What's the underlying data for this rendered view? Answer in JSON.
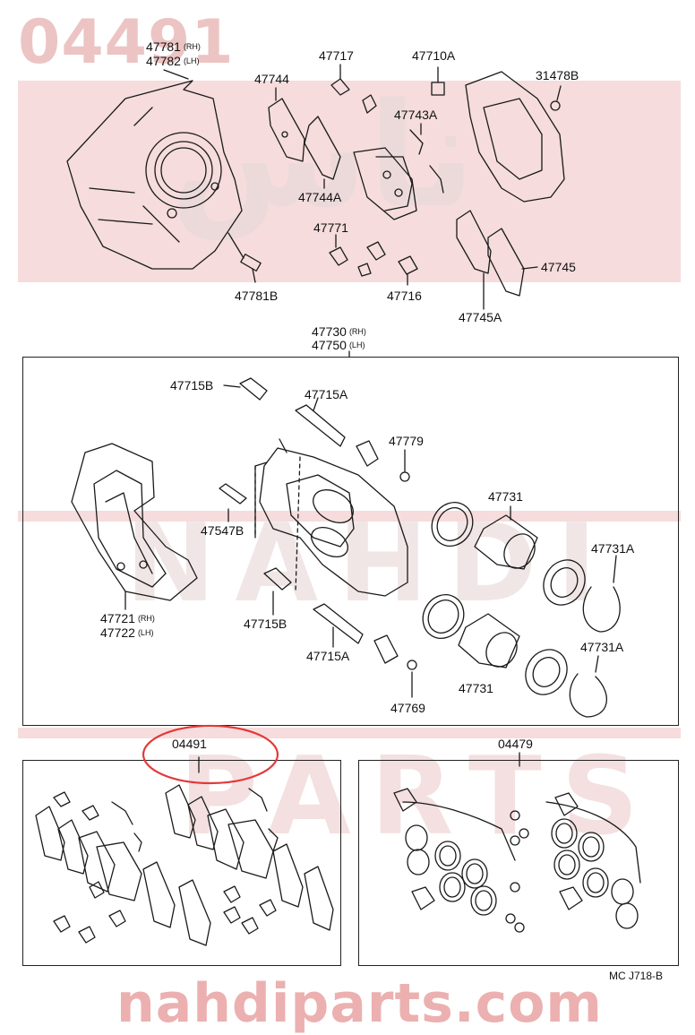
{
  "watermark": {
    "part_number": "04491",
    "arabic": "ناس",
    "brand": "NAHDI",
    "parts": "PARTS",
    "site": "nahdiparts.com"
  },
  "labels": {
    "l47781": {
      "num": "47781",
      "side": "(RH)"
    },
    "l47782": {
      "num": "47782",
      "side": "(LH)"
    },
    "l47744": "47744",
    "l47717": "47717",
    "l47710A": "47710A",
    "l31478B": "31478B",
    "l47743A": "47743A",
    "l47744A": "47744A",
    "l47771": "47771",
    "l47745": "47745",
    "l47716": "47716",
    "l47745A": "47745A",
    "l47781B": "47781B",
    "l47730": {
      "num": "47730",
      "side": "(RH)"
    },
    "l47750": {
      "num": "47750",
      "side": "(LH)"
    },
    "l47715B_top": "47715B",
    "l47715A_top": "47715A",
    "l47779": "47779",
    "l47547B": "47547B",
    "l47731_top": "47731",
    "l47731A_top": "47731A",
    "l47721": {
      "num": "47721",
      "side": "(RH)"
    },
    "l47722": {
      "num": "47722",
      "side": "(LH)"
    },
    "l47715B_bot": "47715B",
    "l47715A_bot": "47715A",
    "l47769": "47769",
    "l47731_bot": "47731",
    "l47731A_bot": "47731A",
    "l04491": "04491",
    "l04479": "04479"
  },
  "figure_ref": "MC J718-B",
  "highlight": {
    "color": "#e23a3a",
    "target": "04491"
  }
}
